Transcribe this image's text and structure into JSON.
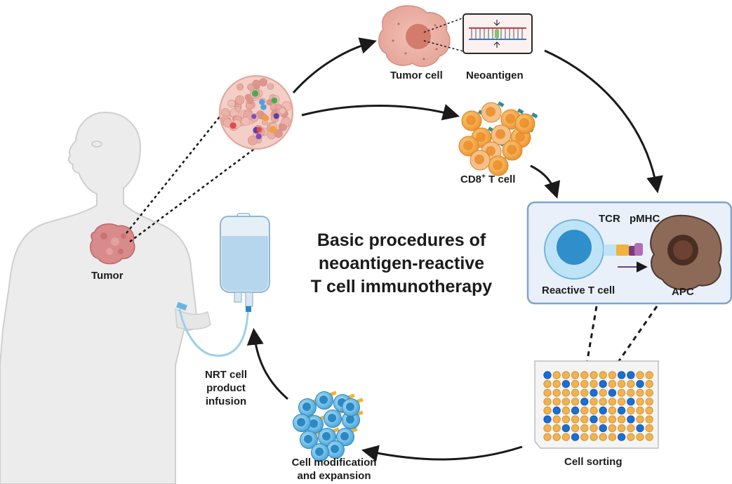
{
  "title_lines": [
    "Basic procedures of",
    "neoantigen-reactive",
    "T cell immunotherapy"
  ],
  "labels": {
    "tumor": "Tumor",
    "tumor_cell": "Tumor cell",
    "neoantigen": "Neoantigen",
    "cd8_prefix": "CD8",
    "cd8_sup": "+",
    "cd8_suffix": " T cell",
    "tcr": "TCR",
    "pmhc": "pMHC",
    "reactive_t_cell": "Reactive T cell",
    "apc": "APC",
    "cell_sorting": "Cell sorting",
    "cell_modification_lines": [
      "Cell modification",
      "and expansion"
    ],
    "nrt_infusion_lines": [
      "NRT cell",
      "product",
      "infusion"
    ]
  },
  "colors": {
    "arrow": "#1a1a1a",
    "tumor": "#d98a8a",
    "t_cell_orange": "#f0a040",
    "apc_box_border": "#7fa3cf",
    "apc_box_fill": "#e9f0fa",
    "apc_body": "#8d6a58",
    "reactive_t_cell": "#3c9ad0",
    "plate_well_orange": "#f2b24e",
    "plate_well_blue": "#1a6fd6",
    "expansion_cell": "#59b4e2",
    "iv_bag": "#b9d7ea"
  },
  "icons": [
    "human-silhouette-icon",
    "tumor-mass-icon",
    "tumor-biopsy-icon",
    "tumor-cell-icon",
    "dna-neoantigen-icon",
    "cd8-t-cell-cluster-icon",
    "reactive-t-cell-icon",
    "apc-cell-icon",
    "well-plate-icon",
    "expanded-cells-icon",
    "iv-bag-icon"
  ]
}
